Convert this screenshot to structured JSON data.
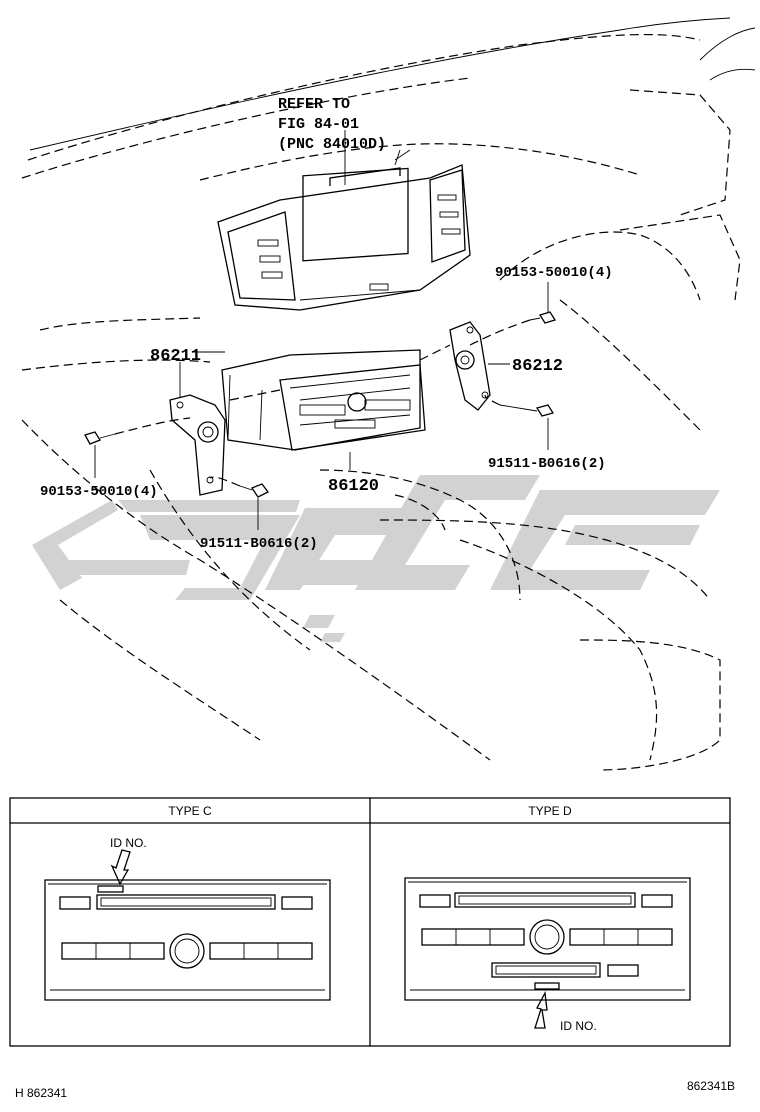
{
  "refer_note": [
    "REFER TO",
    "FIG 84-01",
    "(PNC 84010D)"
  ],
  "parts": {
    "p86211": "86211",
    "p86212": "86212",
    "p86120": "86120",
    "screw_right_top": "90153-50010(4)",
    "screw_left": "90153-50010(4)",
    "bolt_right": "91511-B0616(2)",
    "bolt_left": "91511-B0616(2)"
  },
  "table": {
    "col1_header": "TYPE C",
    "col2_header": "TYPE D",
    "id_label_c": "ID NO.",
    "id_label_d": "ID NO."
  },
  "footer": {
    "left": "H 862341",
    "right": "862341B"
  },
  "watermark": {
    "color": "#d2d2d2",
    "shape": "logo"
  }
}
